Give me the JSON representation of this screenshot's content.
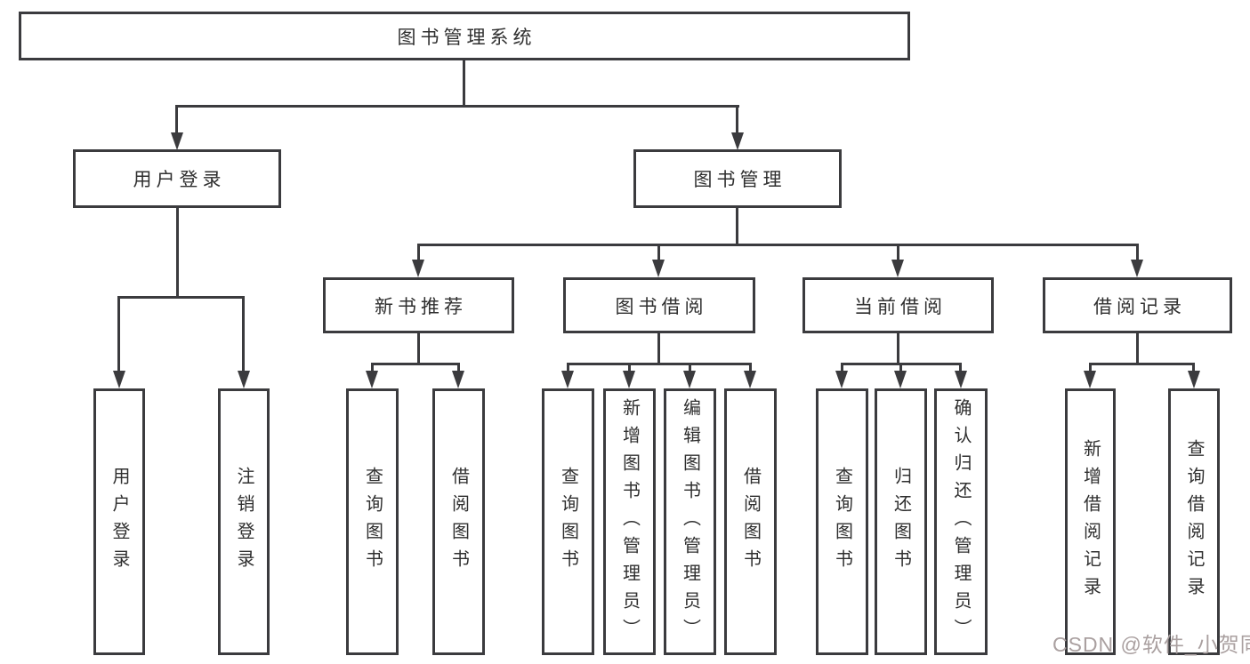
{
  "diagram": {
    "root": {
      "label": "图书管理系统"
    },
    "children": [
      {
        "label": "用户登录",
        "children": [
          {
            "label": "用户登录"
          },
          {
            "label": "注销登录"
          }
        ]
      },
      {
        "label": "图书管理",
        "children": [
          {
            "label": "新书推荐",
            "children": [
              {
                "label": "查询图书"
              },
              {
                "label": "借阅图书"
              }
            ]
          },
          {
            "label": "图书借阅",
            "children": [
              {
                "label": "查询图书"
              },
              {
                "label": "新增图书（管理员）"
              },
              {
                "label": "编辑图书（管理员）"
              },
              {
                "label": "借阅图书"
              }
            ]
          },
          {
            "label": "当前借阅",
            "children": [
              {
                "label": "查询图书"
              },
              {
                "label": "归还图书"
              },
              {
                "label": "确认归还（管理员）"
              }
            ]
          },
          {
            "label": "借阅记录",
            "children": [
              {
                "label": "新增借阅记录"
              },
              {
                "label": "查询借阅记录"
              }
            ]
          }
        ]
      }
    ]
  },
  "watermark": {
    "text": "CSDN @软件_小贺同学"
  },
  "colors": {
    "line": "#3b3b3e",
    "text": "#2f2f2f",
    "watermark": "#aaa0a0",
    "background": "#ffffff"
  }
}
